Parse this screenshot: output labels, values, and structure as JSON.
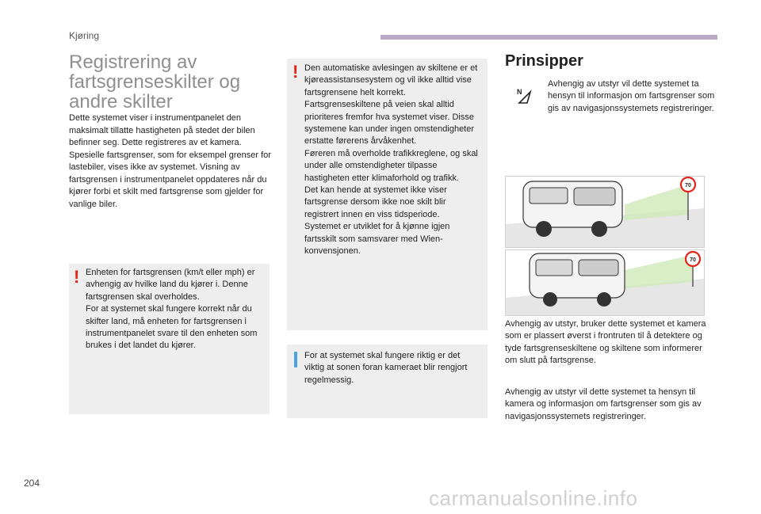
{
  "header": {
    "section": "Kjøring"
  },
  "left": {
    "title": "Registrering av fartsgrenseskilter og andre skilter",
    "intro": [
      "Dette systemet viser i instrumentpanelet den maksimalt tillatte hastigheten på stedet der bilen befinner seg. Dette registreres av et kamera.",
      "Spesielle fartsgrenser, som for eksempel grenser for lastebiler, vises ikke av systemet. Visning av fartsgrensen i instrumentpanelet oppdateres når du kjører forbi et skilt med fartsgrense som gjelder for vanlige biler."
    ],
    "warning_box": [
      "Enheten for fartsgrensen (km/t eller mph) er avhengig av hvilke land du kjører i. Denne fartsgrensen skal overholdes.",
      "For at systemet skal fungere korrekt når du skifter land, må enheten for fartsgrensen i instrumentpanelet svare til den enheten som brukes i det landet du kjører."
    ]
  },
  "middle": {
    "warning_box": [
      "Den automatiske avlesingen av skiltene er et kjøreassistansesystem og vil ikke alltid vise fartsgrensene helt korrekt. Fartsgrenseskiltene på veien skal alltid prioriteres fremfor hva systemet viser. Disse systemene kan under ingen omstendigheter erstatte førerens årvåkenhet.",
      "Føreren må overholde trafikkreglene, og skal under alle omstendigheter tilpasse hastigheten etter klimaforhold og trafikk.",
      "Det kan hende at systemet ikke viser fartsgrense dersom ikke noe skilt blir registrert innen en viss tidsperiode.",
      "Systemet er utviklet for å kjønne igjen fartsskilt som samsvarer med Wien-konvensjonen."
    ],
    "info_box": "For at systemet skal fungere riktig er det viktig at sonen foran kameraet blir rengjort regelmessig."
  },
  "right": {
    "heading": "Prinsipper",
    "nav_icon_letter": "N",
    "nav_text": "Avhengig av utstyr vil dette systemet ta hensyn til informasjon om fartsgrenser som gis av navigasjonssystemets registreringer.",
    "sign_value_1": "70",
    "sign_value_2": "70",
    "para1": "Avhengig av utstyr, bruker dette systemet et kamera som er plassert øverst i frontruten til å detektere og tyde fartsgrenseskiltene og skiltene som informerer om slutt på fartsgrense.",
    "para2": "Avhengig av utstyr vil dette systemet ta hensyn til kamera og informasjon om fartsgrenser som gis av navigasjonssystemets registreringer."
  },
  "footer": {
    "page_number": "204",
    "watermark": "carmanualsonline.info"
  },
  "colors": {
    "warning": "#e2231a",
    "info": "#4aa3df",
    "header_bar": "#b9a9c4",
    "box_bg": "#eeeeee"
  }
}
